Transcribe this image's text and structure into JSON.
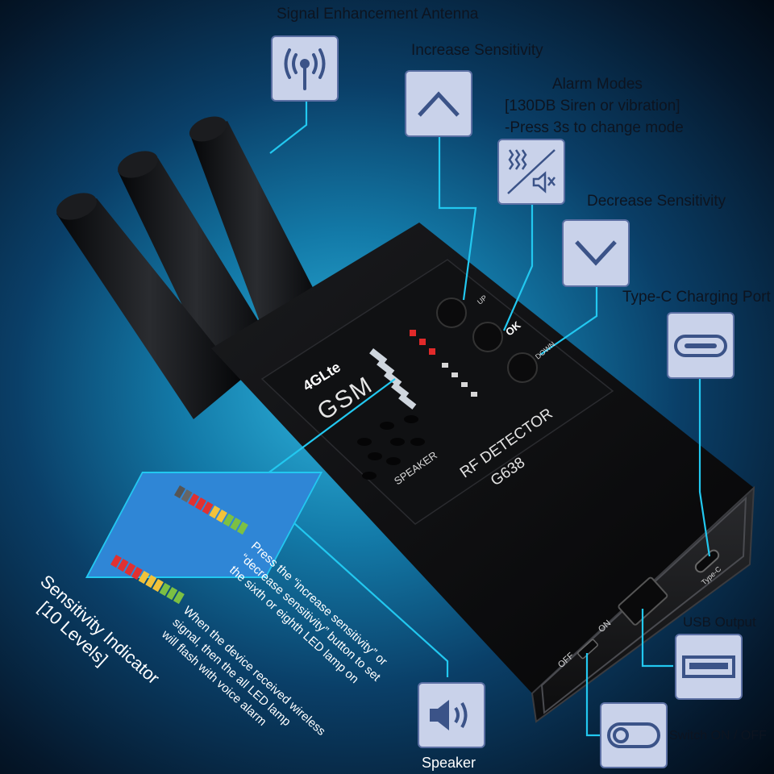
{
  "labels": {
    "antenna": "Signal Enhancement Antenna",
    "increase": "Increase Sensitivity",
    "alarm_title": "Alarm Modes",
    "alarm_line2": "[130DB Siren or vibration]",
    "alarm_line3": "-Press 3s to change mode",
    "decrease": "Decrease Sensitivity",
    "typec": "Type-C Charging Port",
    "usb": "USB Output",
    "switch": "Switch ON / OFF",
    "speaker": "Speaker"
  },
  "device": {
    "badge_4g": "4GLte",
    "badge_gsm": "GSM",
    "speaker_label": "SPEAKER",
    "model_line1": "RF DETECTOR",
    "model_line2": "G638",
    "btn_up": "UP",
    "btn_ok": "OK",
    "btn_down": "DOWN",
    "off": "OFF",
    "on": "ON",
    "port_label": "Type-C"
  },
  "sensitivity": {
    "title": "Sensitivity Indicator",
    "subtitle": "[10 Levels]",
    "desc1": [
      "Press the “increase sensitivity” or",
      "“decrease sensitivity” button to set",
      "the sixth or eighth LED lamp on"
    ],
    "desc2": [
      "When the device received wireless",
      "signal, then the all LED lamp",
      "will flash with voice alarm"
    ]
  },
  "colors": {
    "cyan": "#22c8f0",
    "box": "#c9d2ea",
    "panel_blue": "#2f86d6"
  },
  "icons": [
    "antenna-icon",
    "chevron-up-icon",
    "vibration-mute-icon",
    "chevron-down-icon",
    "type-c-port-icon",
    "usb-port-icon",
    "toggle-switch-icon",
    "speaker-icon"
  ]
}
